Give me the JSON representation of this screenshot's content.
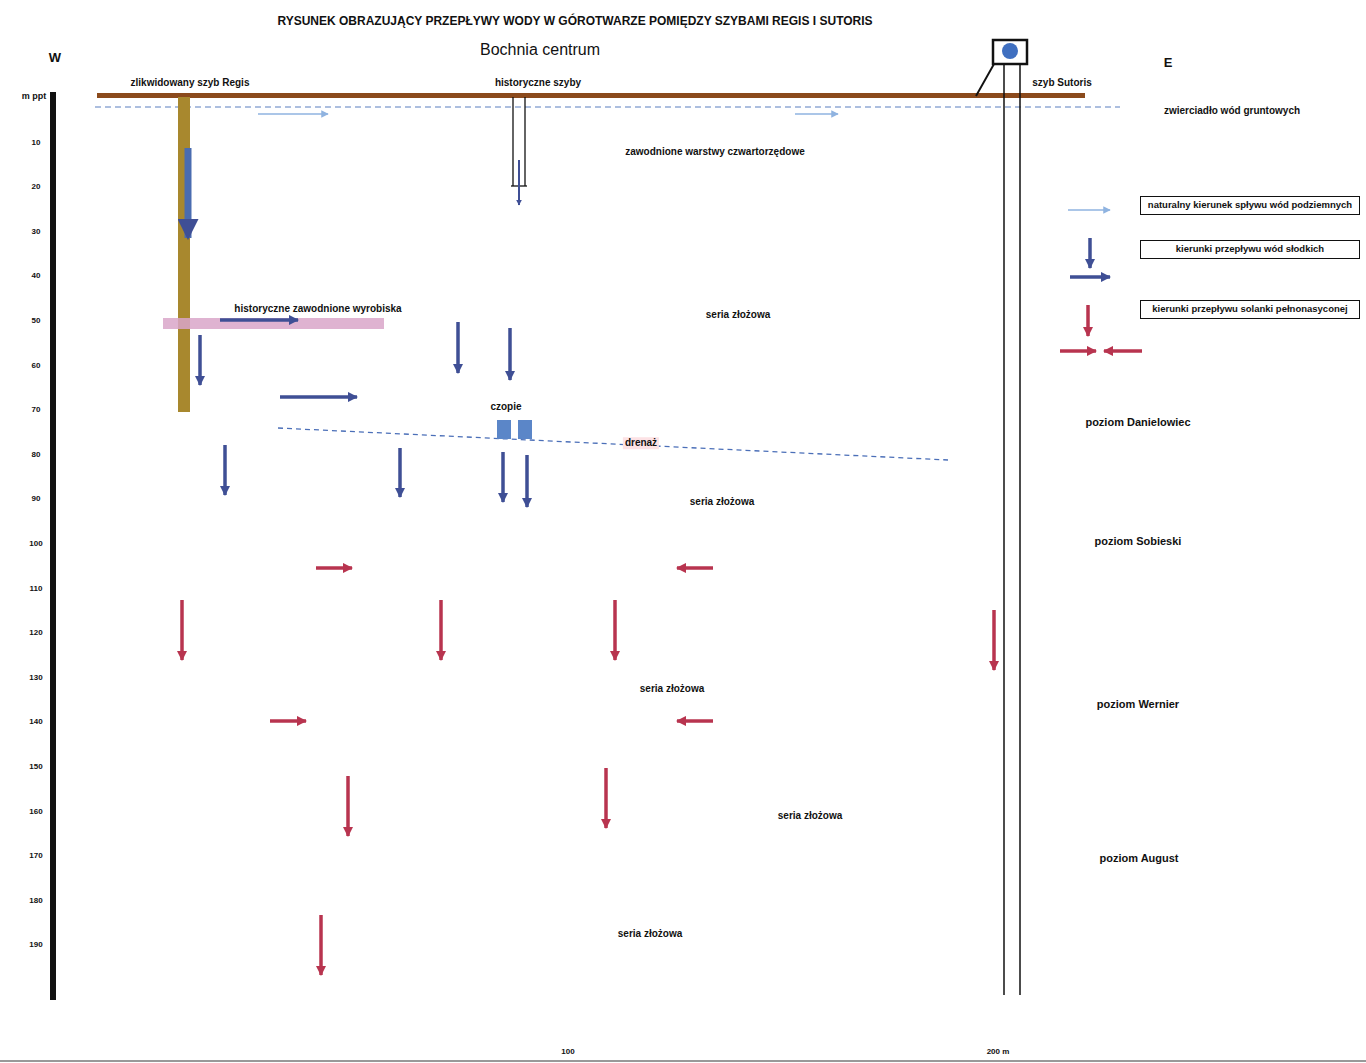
{
  "diagram": {
    "title": "RYSUNEK OBRAZUJĄCY PRZEPŁYWY WODY W GÓROTWARZE POMIĘDZY SZYBAMI REGIS I SUTORIS",
    "nodes": [
      {
        "text": [
          "zawodnione warstwy czwartorzędowe"
        ]
      },
      {
        "text": [
          "seria złożowa",
          "seria złożowa",
          "seria złożowa",
          "seria złożowa",
          "seria złożowa"
        ]
      },
      {
        "text": [
          "poziom Danielowiec"
        ],
        "in": 1
      },
      {
        "text": [
          "poziom Sobieski"
        ],
        "in": 1
      },
      {
        "text": [
          "poziom Wernier"
        ],
        "in": 1
      },
      {
        "text": [
          "poziom August"
        ],
        "in": 1
      }
    ],
    "labels": [
      "Bochnia centrum",
      "W",
      "E",
      "m ppt",
      "10",
      "20",
      "30",
      "40",
      "50",
      "60",
      "70",
      "80",
      "90",
      "100",
      "110",
      "120",
      "130",
      "140",
      "150",
      "160",
      "170",
      "180",
      "190",
      "zlikwidowany szyb Regis",
      "historyczne szyby",
      "szyb Sutoris",
      "zwierciadło wód gruntowych",
      "historyczne zawodnione wyrobiska",
      "czopie",
      "drenaż",
      "100",
      "200 m"
    ],
    "legend": [
      {
        "text": "naturalny kierunek spływu wód podziemnych"
      },
      {
        "text": "kierunki przepływu wód słodkich"
      },
      {
        "text": "kierunki przepływu solanki pełnonasyconej"
      }
    ]
  }
}
